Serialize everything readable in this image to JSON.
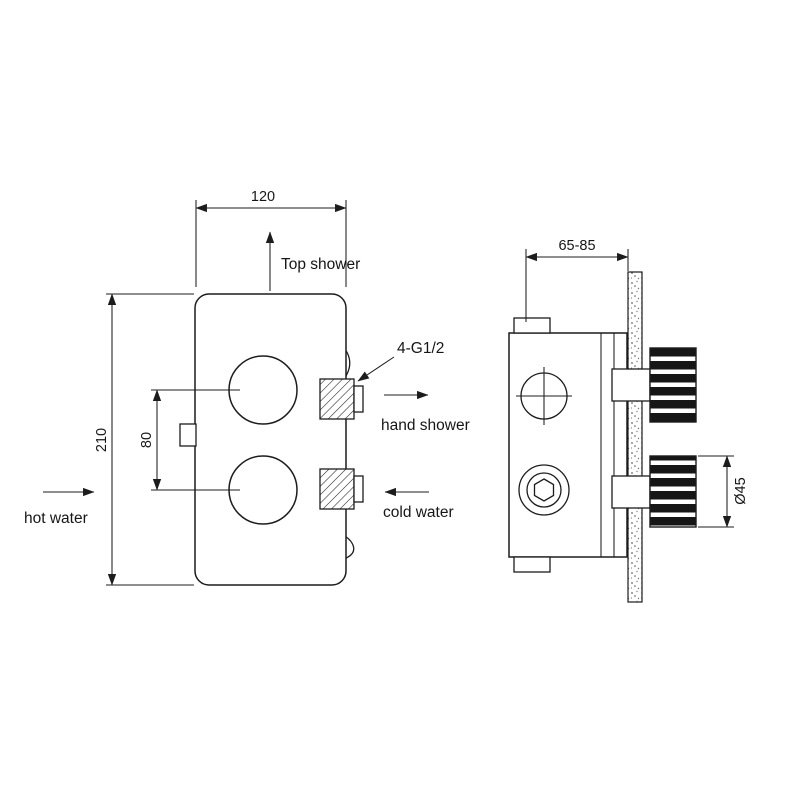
{
  "drawing": {
    "background": "#ffffff",
    "line_color": "#1c1c1c",
    "front_view": {
      "width_dim": "120",
      "height_dim": "210",
      "handle_spacing_dim": "80",
      "top_shower_label": "Top shower",
      "thread_label": "4-G1/2",
      "hand_shower_label": "hand shower",
      "cold_water_label": "cold water",
      "hot_water_label": "hot water"
    },
    "side_view": {
      "depth_dim": "65-85",
      "handle_diameter_dim": "Ø45"
    }
  }
}
